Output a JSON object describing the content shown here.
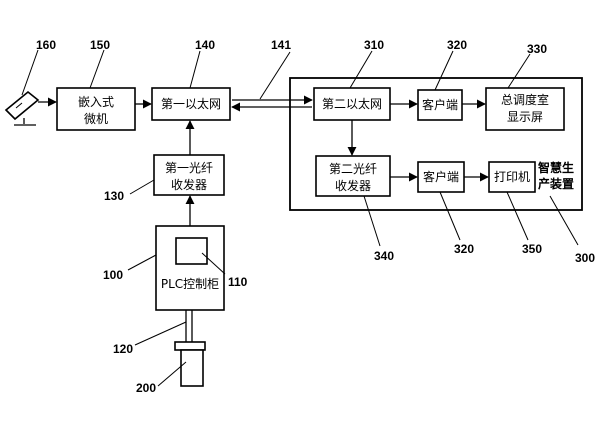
{
  "blocks": {
    "embedded_pc": [
      "嵌入式",
      "微机"
    ],
    "ethernet1": "第一以太网",
    "transceiver1": [
      "第一光纤",
      "收发器"
    ],
    "plc": "PLC控制柜",
    "ethernet2": "第二以太网",
    "transceiver2": [
      "第二光纤",
      "收发器"
    ],
    "client_top": "客户端",
    "client_bottom": "客户端",
    "dispatch_screen": [
      "总调度室",
      "显示屏"
    ],
    "printer": "打印机",
    "smart_device": [
      "智慧生",
      "产装置"
    ]
  },
  "refs": {
    "r160": "160",
    "r150": "150",
    "r140": "140",
    "r141": "141",
    "r310": "310",
    "r320a": "320",
    "r330": "330",
    "r130": "130",
    "r100": "100",
    "r110": "110",
    "r120": "120",
    "r200": "200",
    "r340": "340",
    "r320b": "320",
    "r350": "350",
    "r300": "300"
  }
}
